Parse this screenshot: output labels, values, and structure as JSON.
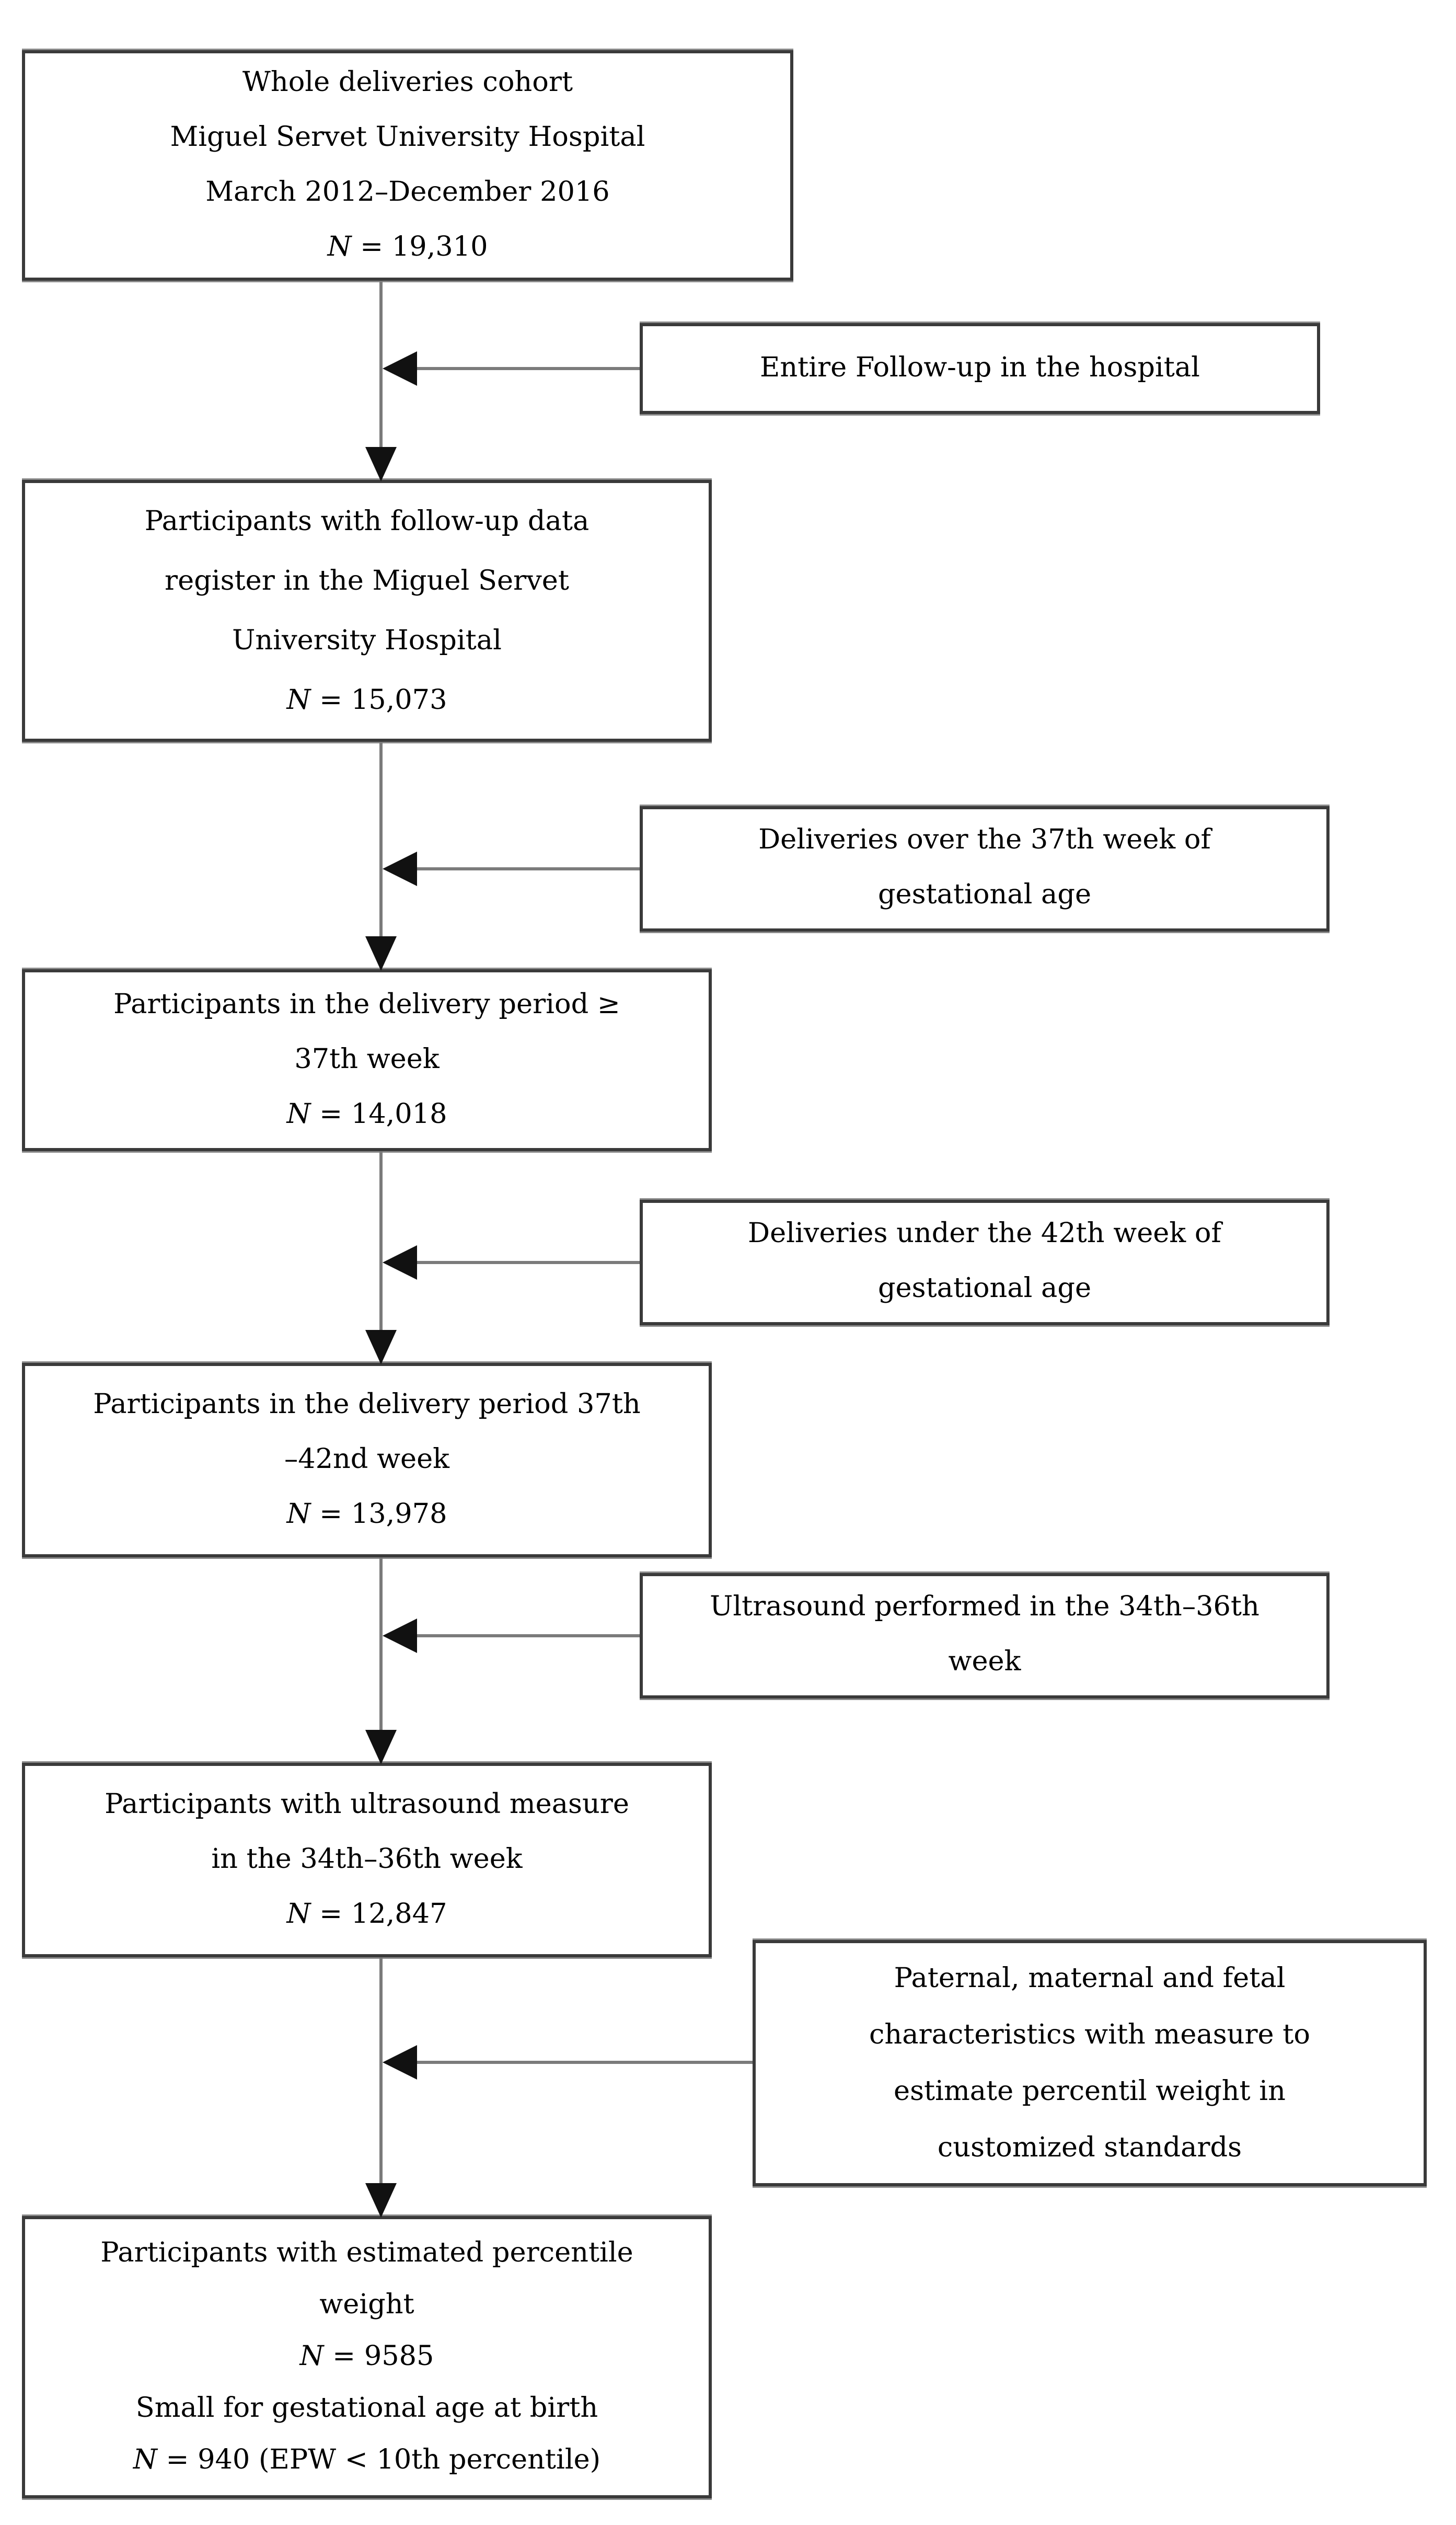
{
  "diagram": {
    "type": "flowchart",
    "title_semantic": "Study participants flow diagram",
    "colors": {
      "background": "#ffffff",
      "box_border": "#3a3a3a",
      "connector_line": "#7b7b7b",
      "arrowhead": "#111111",
      "text": "#000000"
    },
    "main_boxes": [
      {
        "id": "whole-cohort",
        "lines": [
          "Whole deliveries cohort",
          "Miguel Servet University Hospital",
          "March 2012–December 2016",
          "N = 19,310"
        ]
      },
      {
        "id": "follow-up-registered",
        "lines": [
          "Participants with follow-up data",
          "register in the Miguel Servet",
          "University Hospital",
          "N = 15,073"
        ]
      },
      {
        "id": "delivery-ge-37",
        "lines": [
          "Participants in the delivery period ≥",
          "37th week",
          "N = 14,018"
        ]
      },
      {
        "id": "delivery-37-42",
        "lines": [
          "Participants in the delivery period 37th",
          "–42nd week",
          "N = 13,978"
        ]
      },
      {
        "id": "ultrasound-34-36",
        "lines": [
          "Participants with ultrasound measure",
          "in the 34th–36th week",
          "N = 12,847"
        ]
      },
      {
        "id": "estimated-percentile-weight",
        "lines": [
          "Participants with estimated percentile",
          "weight",
          "N = 9585",
          "Small for gestational age at birth",
          "N = 940 (EPW < 10th percentile)"
        ]
      }
    ],
    "side_boxes": [
      {
        "id": "criteria-follow-up",
        "lines": [
          "Entire Follow-up in the hospital"
        ]
      },
      {
        "id": "criteria-over-37",
        "lines": [
          "Deliveries over the 37th week of",
          "gestational age"
        ]
      },
      {
        "id": "criteria-under-42",
        "lines": [
          "Deliveries under the 42th week of",
          "gestational age"
        ]
      },
      {
        "id": "criteria-ultrasound",
        "lines": [
          "Ultrasound performed in the 34th–36th",
          "week"
        ]
      },
      {
        "id": "criteria-characteristics",
        "lines": [
          "Paternal, maternal and fetal",
          "characteristics with measure to",
          "estimate percentil weight in",
          "customized standards"
        ]
      }
    ]
  }
}
